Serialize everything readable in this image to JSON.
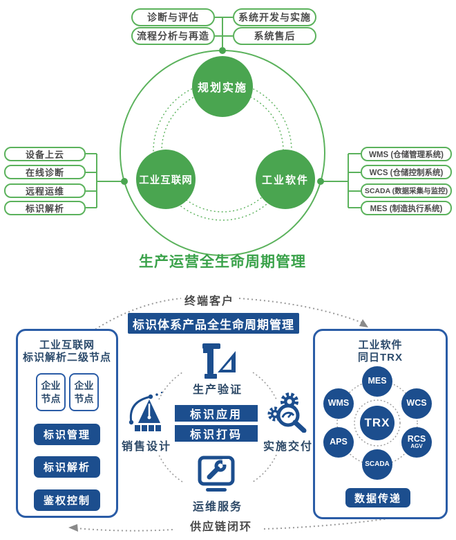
{
  "colors": {
    "green_fill": "#4aa550",
    "green_line": "#5bb25c",
    "green_title": "#3aa24a",
    "blue": "#1c4e8e",
    "blue_border": "#2a5ca6",
    "navy_text": "#2b4a6b",
    "gray_text": "#4a4a4a",
    "dotted_gray": "#9a9a9a"
  },
  "top_section": {
    "branch_boxes": [
      "诊断与评估",
      "系统开发与实施",
      "流程分析与再造",
      "系统售后"
    ],
    "circles": {
      "top": "规划实施",
      "left": "工业互联网",
      "right": "工业软件"
    },
    "left_boxes": [
      "设备上云",
      "在线诊断",
      "远程运维",
      "标识解析"
    ],
    "right_boxes": [
      "WMS (仓储管理系统)",
      "WCS (仓储控制系统)",
      "SCADA (数据采集与监控)",
      "MES (制造执行系统)"
    ],
    "title": "生产运营全生命周期管理"
  },
  "bottom_section": {
    "top_arc_label": "终端客户",
    "banner": "标识体系产品全生命周期管理",
    "left_panel": {
      "title_line1": "工业互联网",
      "title_line2": "标识解析二级节点",
      "nodes": [
        "企业节点",
        "企业节点"
      ],
      "buttons": [
        "标识管理",
        "标识解析",
        "鉴权控制"
      ]
    },
    "cycle": {
      "top_label": "生产验证",
      "left_label": "销售设计",
      "right_label": "实施交付",
      "bottom_label": "运维服务",
      "center_bars": [
        "标识应用",
        "标识打码"
      ],
      "icons": {
        "top": "caliper-icon",
        "left": "pen-design-icon",
        "right": "gears-magnifier-icon",
        "bottom": "monitor-wrench-icon"
      }
    },
    "right_panel": {
      "title_line1": "工业软件",
      "title_line2": "同日TRX",
      "center_circle": "TRX",
      "ring": {
        "top": "MES",
        "upper_left": "WMS",
        "upper_right": "WCS",
        "lower_left": "APS",
        "lower_right_line1": "RCS",
        "lower_right_line2": "AGV",
        "bottom": "SCADA"
      },
      "button": "数据传递"
    },
    "bottom_arc_label": "供应链闭环"
  }
}
